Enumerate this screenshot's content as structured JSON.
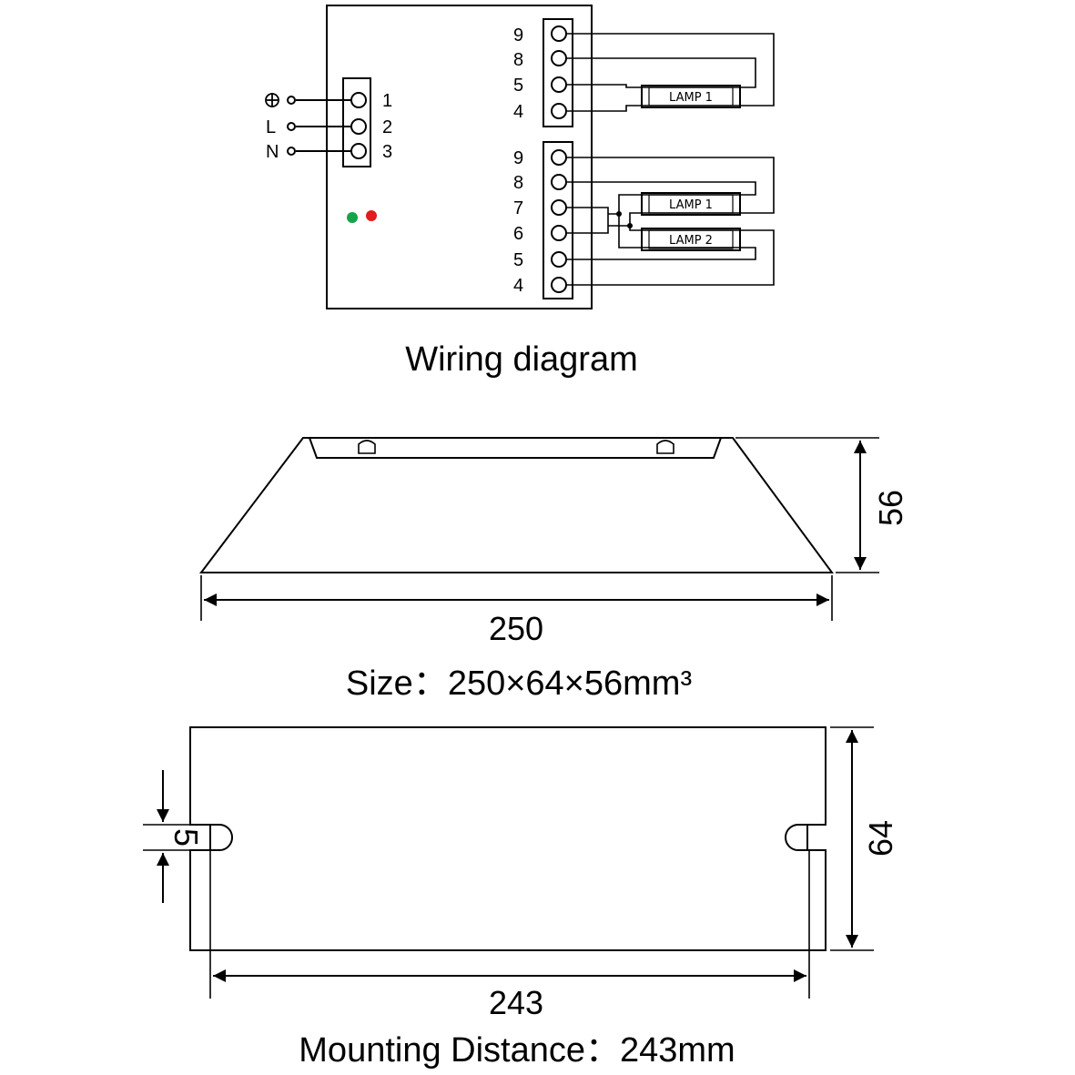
{
  "wiring": {
    "caption": "Wiring diagram",
    "input_terminals": [
      "1",
      "2",
      "3"
    ],
    "input_labels": [
      "",
      "L",
      "N"
    ],
    "ground_symbol": "ground-icon",
    "upper_block_terminals": [
      "9",
      "8",
      "5",
      "4"
    ],
    "lower_block_terminals": [
      "9",
      "8",
      "7",
      "6",
      "5",
      "4"
    ],
    "upper_lamp": "LAMP 1",
    "lower_lamps": [
      "LAMP 1",
      "LAMP 2"
    ],
    "indicator_colors": {
      "green": "#16a34a",
      "red": "#e11d1d"
    }
  },
  "side_view": {
    "height_label": "56",
    "length_label": "250",
    "caption": "Size：250×64×56mm³"
  },
  "top_view": {
    "slot_label": "5",
    "width_label": "64",
    "mount_label": "243",
    "caption": "Mounting  Distance：243mm"
  }
}
